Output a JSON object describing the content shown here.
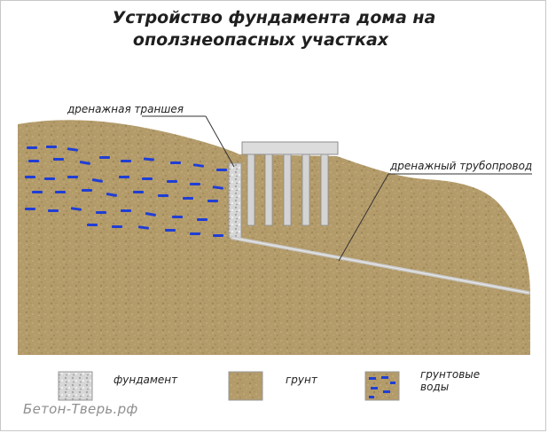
{
  "title_line1": "Устройство фундамента дома на",
  "title_line2": "оползнеопасных участках",
  "labels": {
    "trench": "дренажная траншея",
    "pipe": "дренажный трубопровод"
  },
  "legend": [
    {
      "key": "foundation",
      "label": "фундамент"
    },
    {
      "key": "soil",
      "label": "грунт"
    },
    {
      "key": "groundwater",
      "label_line1": "грунтовые",
      "label_line2": "воды"
    }
  ],
  "watermark": "Бетон-Тверь.рф",
  "colors": {
    "soil": "#b39b6a",
    "soil_dark": "#9c8457",
    "water": "#1f3ed6",
    "pipe": "#c9c9c9",
    "foundation": "#d8d8d8"
  }
}
